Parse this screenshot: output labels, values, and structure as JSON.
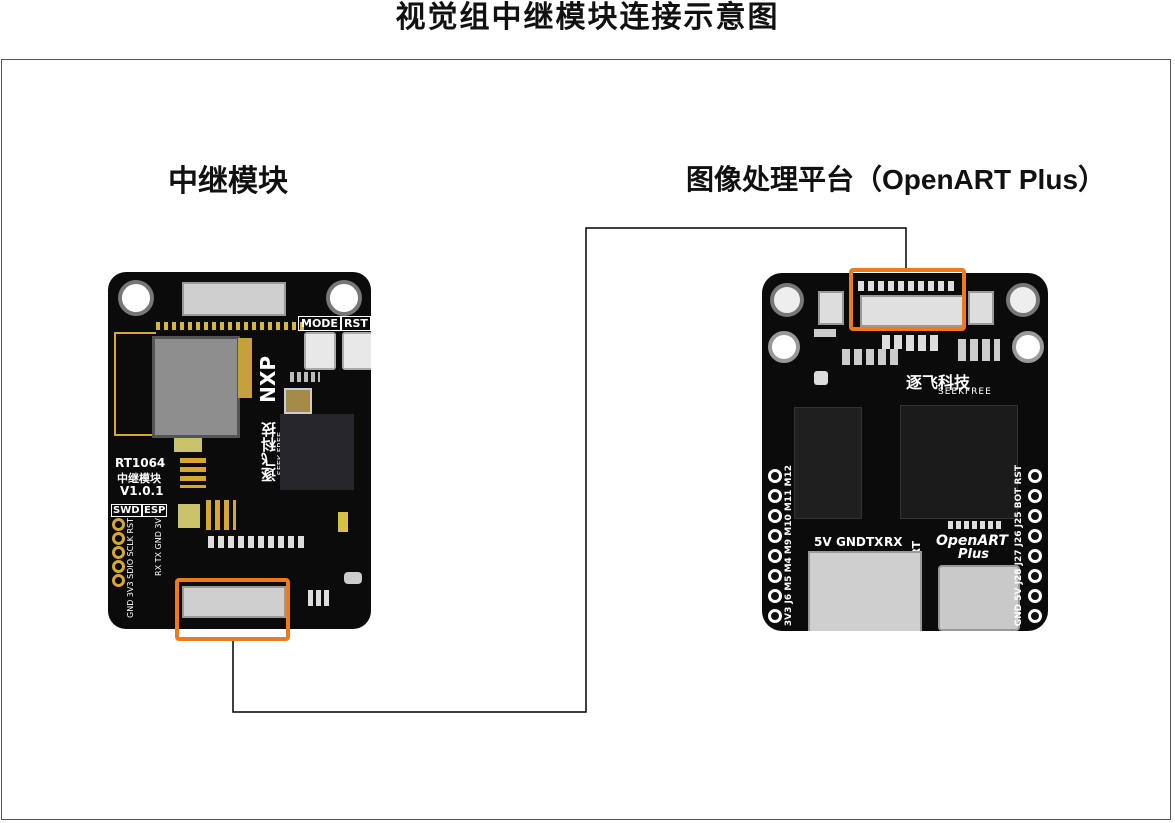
{
  "title": "视觉组中继模块连接示意图",
  "left_label": "中继模块",
  "right_label": "图像处理平台（OpenART Plus）",
  "relay_board": {
    "buttons": [
      "MODE",
      "RST"
    ],
    "model": "RT1064",
    "name": "中继模块",
    "version": "V1.0.1",
    "vendor_logo": "NXP",
    "brand": "逐飞科技",
    "brand_en": "SEEK FREE",
    "header_labels": [
      "SWD",
      "ESP"
    ],
    "swd_pins": "GND 3V3 SDIO SCLK RST",
    "esp_pins": "RX TX GND 3V"
  },
  "openart_board": {
    "brand": "逐飞科技",
    "brand_en": "SEEKFREE",
    "uart_pins": [
      "5V",
      "GND",
      "TX",
      "RX"
    ],
    "uart_label": "UART",
    "product": "OpenART",
    "product_sub": "Plus",
    "left_pins": "3V3 J6 M5 M4 M9 M10 M11 M12",
    "right_pins": "GND 5V J28 J27 J26 J25 BOT RST"
  },
  "colors": {
    "highlight": "#ef7a1d",
    "board": "#0b0b0b",
    "gold": "#d7a731",
    "wire": "#000000"
  }
}
